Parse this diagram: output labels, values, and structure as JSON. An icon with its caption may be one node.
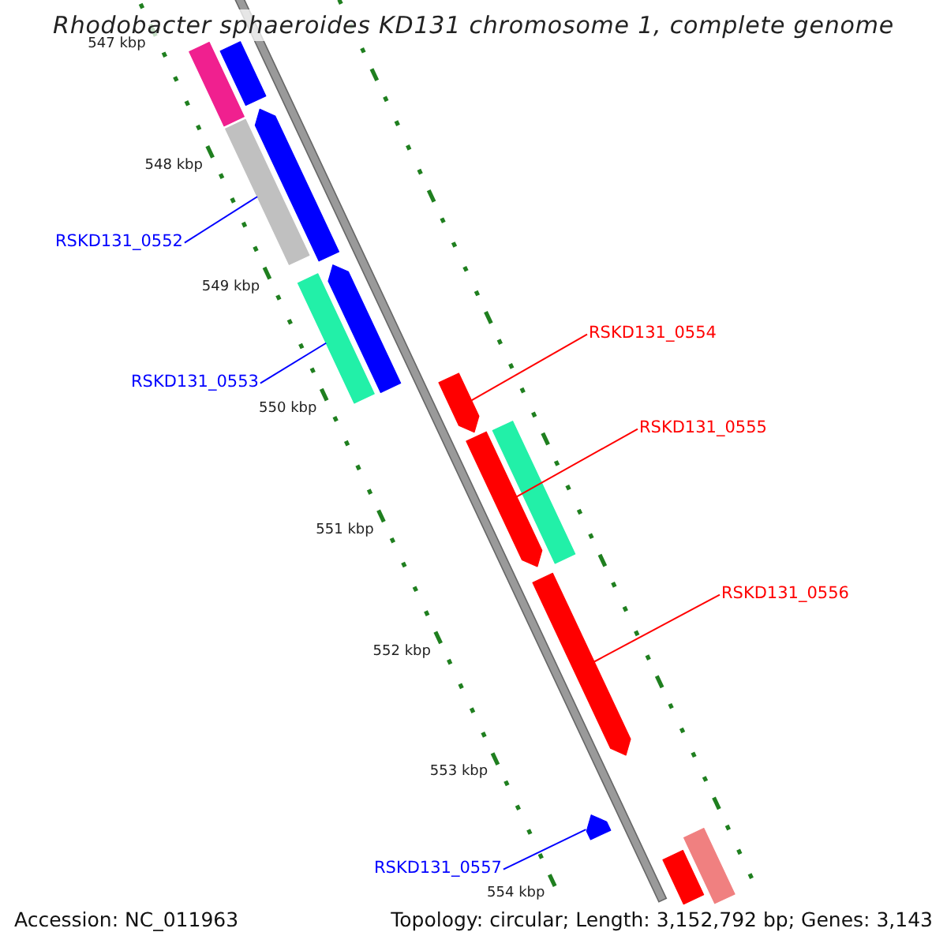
{
  "diagram": {
    "title": "Rhodobacter sphaeroides KD131 chromosome 1, complete genome",
    "nodes": [
      {
        "text": [
          "RSKD131_0552"
        ]
      },
      {
        "text": [
          "RSKD131_0554"
        ]
      },
      {
        "text": [
          "RSKD131_0553"
        ]
      },
      {
        "text": [
          "RSKD131_0555"
        ]
      },
      {
        "text": [
          "RSKD131_0556"
        ]
      },
      {
        "text": [
          "RSKD131_0557"
        ]
      },
      {
        "text": [],
        "shape": "bar"
      },
      {
        "text": [],
        "shape": "bar"
      },
      {
        "text": [],
        "shape": "arrow"
      },
      {
        "text": [],
        "shape": "bar"
      },
      {
        "text": [],
        "shape": "arrow"
      },
      {
        "text": [],
        "shape": "bar"
      },
      {
        "text": [],
        "shape": "arrow"
      },
      {
        "text": [],
        "shape": "arrow"
      },
      {
        "text": [],
        "shape": "bar"
      },
      {
        "text": [],
        "shape": "arrow"
      },
      {
        "text": [],
        "shape": "arrow"
      },
      {
        "text": [],
        "shape": "bar"
      },
      {
        "text": [],
        "shape": "bar"
      }
    ],
    "edges": [
      {
        "from": 0,
        "to": 9,
        "arrow": "none"
      },
      {
        "from": 1,
        "to": 12,
        "arrow": "none",
        "color": "#ff0000"
      },
      {
        "from": 2,
        "to": 11,
        "arrow": "none"
      },
      {
        "from": 3,
        "to": 13,
        "arrow": "none",
        "color": "#ff0000"
      },
      {
        "from": 4,
        "to": 15,
        "arrow": "none",
        "color": "#ff0000"
      },
      {
        "from": 5,
        "to": 16,
        "arrow": "none"
      }
    ],
    "labels": [
      "547 kbp",
      "548 kbp",
      "549 kbp",
      "550 kbp",
      "551 kbp",
      "552 kbp",
      "553 kbp",
      "554 kbp",
      "Accession: NC_011963",
      "Topology: circular; Length: 3,152,792 bp; Genes: 3,143"
    ]
  }
}
